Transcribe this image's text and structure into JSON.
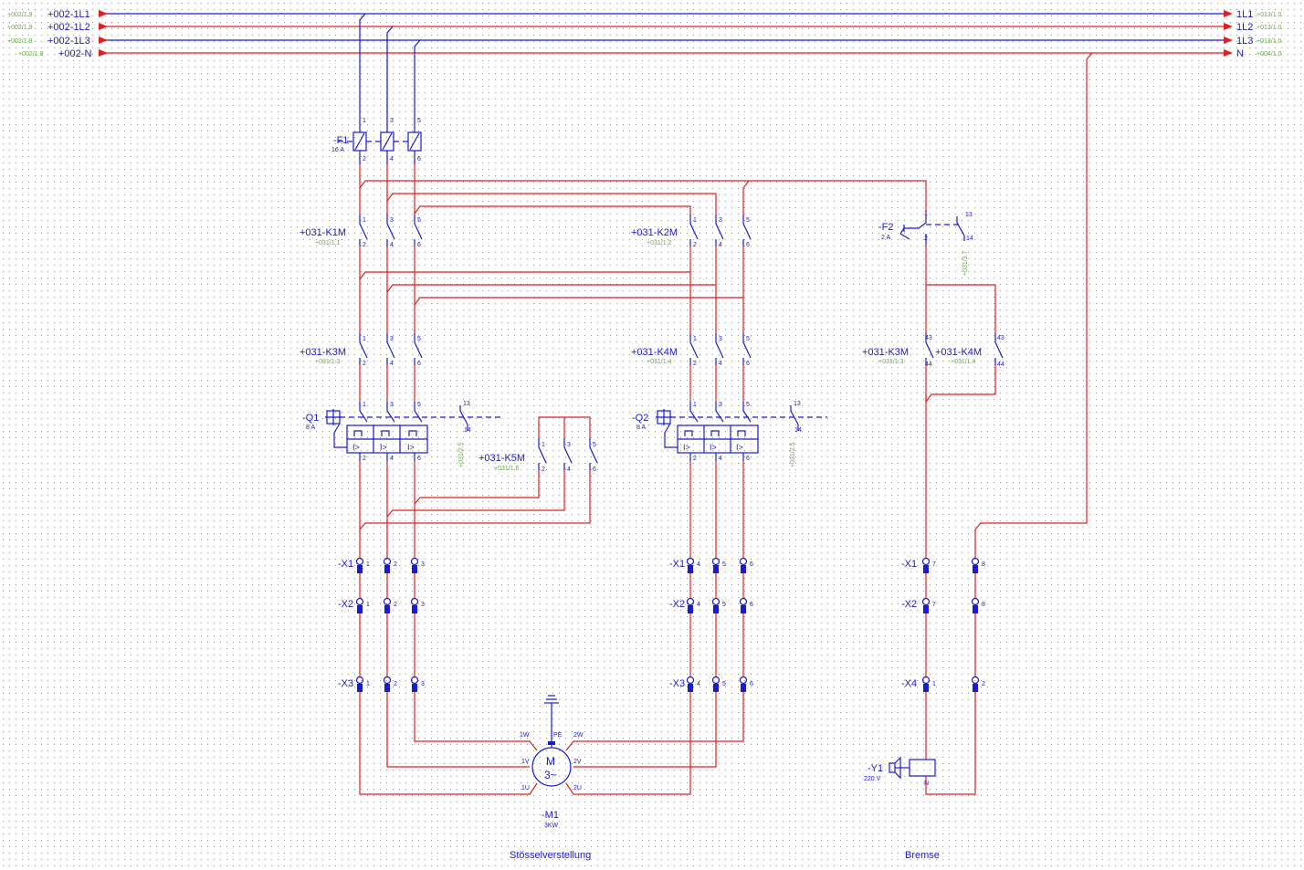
{
  "colors": {
    "power_line": "#e02020",
    "device": "#1a1ad0",
    "reference": "#6aa84f",
    "background": "#ffffff"
  },
  "left_buses": [
    {
      "ref": "+002/1.9",
      "label": "+002-1L1"
    },
    {
      "ref": "+002/1.9",
      "label": "+002-1L2"
    },
    {
      "ref": "+002/1.9",
      "label": "+002-1L3"
    },
    {
      "ref": "+002/1.9",
      "label": "+002-N"
    }
  ],
  "right_buses": [
    {
      "label": "1L1",
      "ref": "+013/1.0"
    },
    {
      "label": "1L2",
      "ref": "+013/1.0"
    },
    {
      "label": "1L3",
      "ref": "+013/1.0"
    },
    {
      "label": "N",
      "ref": "+004/1.0"
    }
  ],
  "f1": {
    "name": "-F1",
    "rating": "16 A"
  },
  "f2": {
    "name": "-F2",
    "rating": "2 A",
    "ref": "+031/3.7"
  },
  "contactors": {
    "k1m": {
      "name": "+031-K1M",
      "ref": "+031/1.1"
    },
    "k2m": {
      "name": "+031-K2M",
      "ref": "+031/1.2"
    },
    "k3m": {
      "name": "+031-K3M",
      "ref": "+031/1.3"
    },
    "k4m": {
      "name": "+031-K4M",
      "ref": "+031/1.4"
    },
    "k5m": {
      "name": "+031-K5M",
      "ref": "+031/1.6"
    },
    "k3m_aux": {
      "name": "+031-K3M",
      "ref": "+031/1.3"
    },
    "k4m_aux": {
      "name": "+031-K4M",
      "ref": "+031/1.4"
    }
  },
  "q1": {
    "name": "-Q1",
    "rating": "8 A",
    "ref": "+031/2.5"
  },
  "q2": {
    "name": "-Q2",
    "rating": "8 A",
    "ref": "+031/2.5"
  },
  "terminals": {
    "x1": "-X1",
    "x2": "-X2",
    "x3": "-X3",
    "x4": "-X4",
    "left_x1": [
      "1",
      "2",
      "3"
    ],
    "left_x2": [
      "1",
      "2",
      "3"
    ],
    "left_x3": [
      "1",
      "2",
      "3"
    ],
    "mid_x1": [
      "4",
      "5",
      "6"
    ],
    "mid_x2": [
      "4",
      "5",
      "6"
    ],
    "mid_x3": [
      "4",
      "5",
      "6"
    ],
    "right_x1": [
      "7",
      "8"
    ],
    "right_x2": [
      "7",
      "8"
    ],
    "right_x4": [
      "1",
      "2"
    ]
  },
  "motor": {
    "name": "-M1",
    "power": "3KW",
    "symbol": "M",
    "phase": "3~",
    "pins": [
      "1W",
      "1V",
      "1U",
      "PE",
      "2W",
      "2V",
      "2U"
    ]
  },
  "brake": {
    "name": "-Y1",
    "voltage": "220 V",
    "pin": "N"
  },
  "section_labels": [
    "Stösselverstellung",
    "Bremse"
  ],
  "overload_label": "I>",
  "pole_numbers": [
    "1",
    "2",
    "3",
    "4",
    "5",
    "6",
    "13",
    "14",
    "43",
    "44"
  ]
}
